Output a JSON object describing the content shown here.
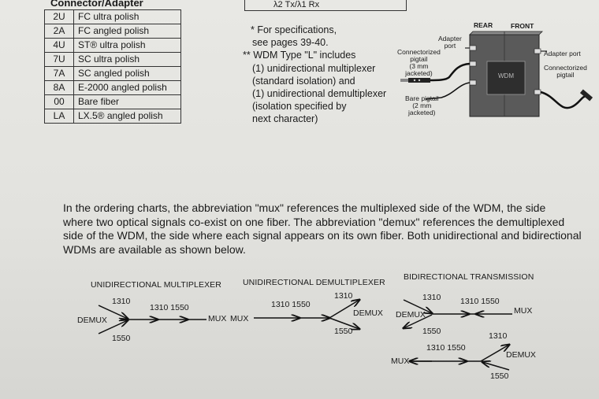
{
  "connector_table": {
    "title": "Connector/Adapter",
    "rows": [
      {
        "code": "2U",
        "desc": "FC ultra polish"
      },
      {
        "code": "2A",
        "desc": "FC angled polish"
      },
      {
        "code": "4U",
        "desc": "ST® ultra polish"
      },
      {
        "code": "7U",
        "desc": "SC ultra polish"
      },
      {
        "code": "7A",
        "desc": "SC angled polish"
      },
      {
        "code": "8A",
        "desc": "E-2000 angled polish"
      },
      {
        "code": "00",
        "desc": "Bare fiber"
      },
      {
        "code": "LA",
        "desc": "LX.5® angled polish"
      }
    ]
  },
  "top_box_text": "λ2 Tx/λ1 Rx",
  "notes": {
    "line1": "* For specifications,",
    "line2": "see pages 39-40.",
    "line3": "** WDM Type \"L\" includes",
    "line4": "(1) unidirectional multiplexer",
    "line5": "(standard isolation) and",
    "line6": "(1) unidirectional demultiplexer",
    "line7": "(isolation specified by",
    "line8": "next character)"
  },
  "wdm_diagram": {
    "rear": "REAR",
    "front": "FRONT",
    "adapter_port_left": "Adapter\nport",
    "connectorized_pigtail_left": "Connectorized\npigtail\n(3 mm\njacketed)",
    "bare_pigtail": "Bare pigtail\n(2 mm\njacketed)",
    "adapter_port_right": "Adapter port",
    "connectorized_pigtail_right": "Connectorized\npigtail",
    "wdm": "WDM"
  },
  "paragraph": {
    "line1": "In the ordering charts, the abbreviation \"mux\" references the multiplexed side of the WDM, the side",
    "line2": "where two optical signals co-exist on one fiber. The abbreviation \"demux\" references the demultiplexed",
    "line3": "side of the WDM, the side where each signal appears on its own fiber. Both unidirectional and bidirectional",
    "line4": "WDMs are available as shown below."
  },
  "flow_diagrams": {
    "uni_mux": {
      "title": "UNIDIRECTIONAL MULTIPLEXER",
      "demux": "DEMUX",
      "top": "1310",
      "bottom": "1550",
      "mid": "1310 1550",
      "mux": "MUX"
    },
    "uni_demux": {
      "title": "UNIDIRECTIONAL DEMULTIPLEXER",
      "mux": "MUX",
      "mid": "1310 1550",
      "top": "1310",
      "bottom": "1550",
      "demux": "DEMUX"
    },
    "bidi": {
      "title": "BIDIRECTIONAL TRANSMISSION",
      "a": {
        "demux": "DEMUX",
        "top": "1310",
        "bottom": "1550",
        "mid": "1310 1550",
        "mux": "MUX"
      },
      "b": {
        "mux": "MUX",
        "mid": "1310 1550",
        "top": "1310",
        "bottom": "1550",
        "demux": "DEMUX"
      }
    }
  }
}
